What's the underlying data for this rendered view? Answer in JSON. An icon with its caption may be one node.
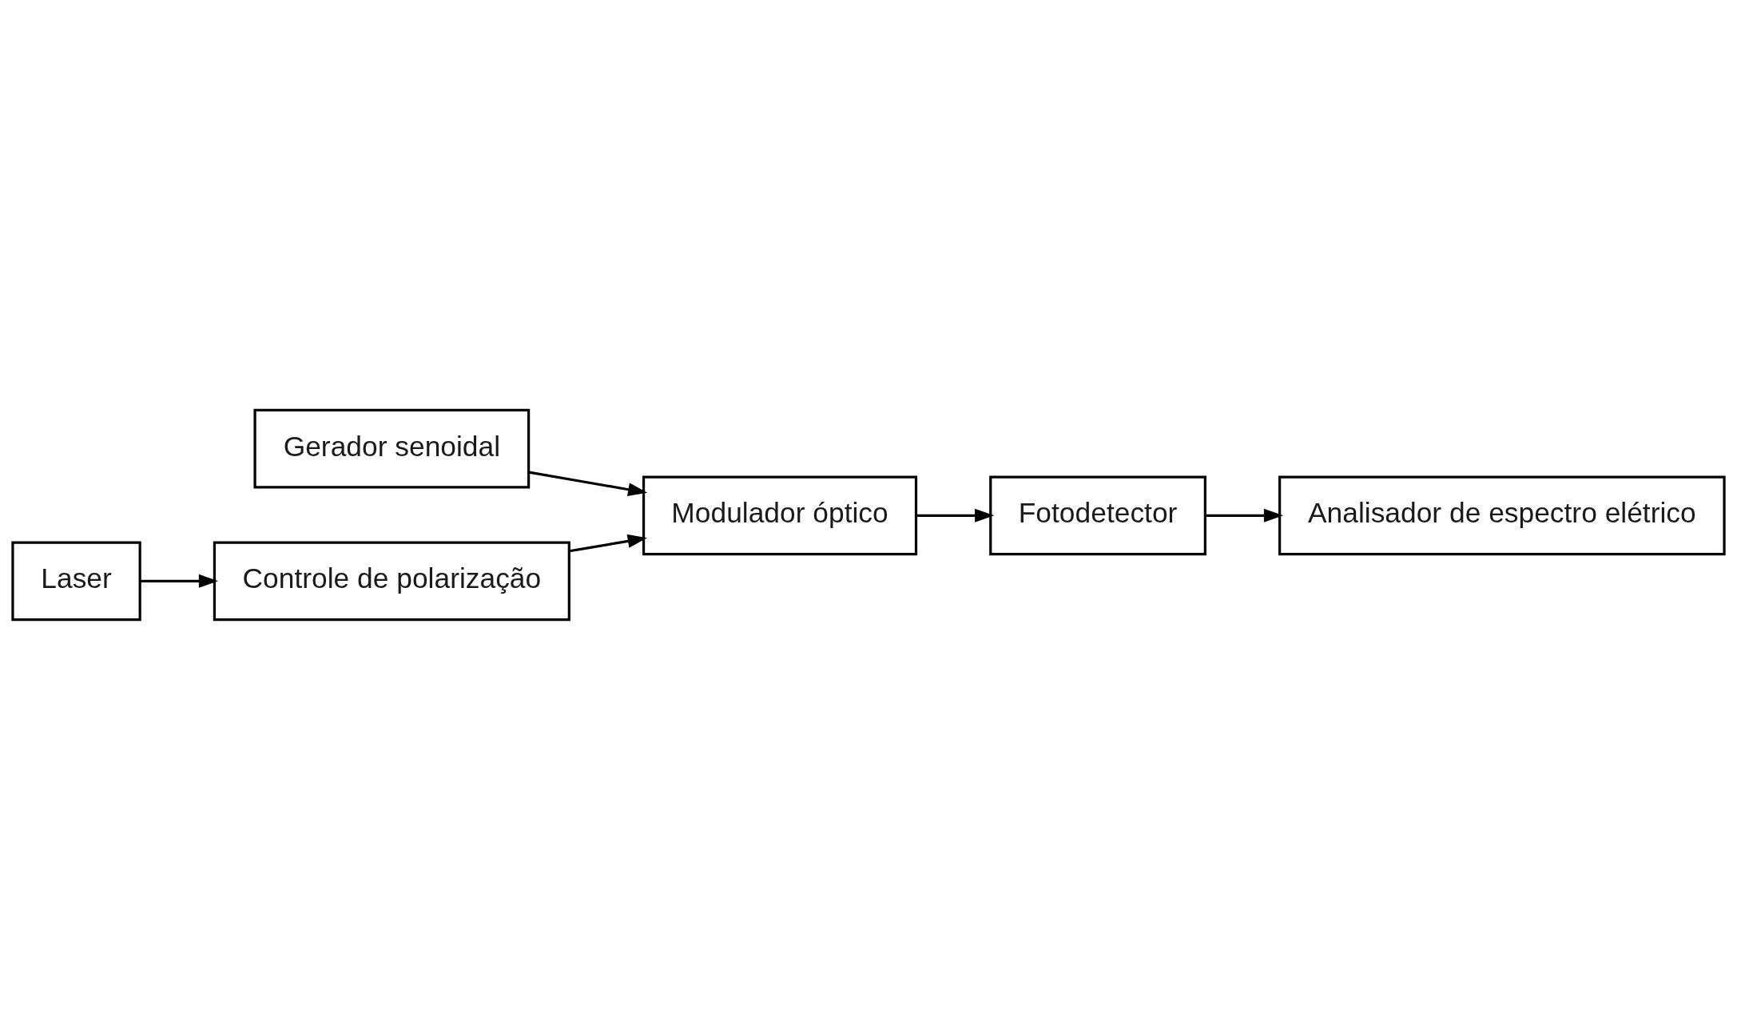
{
  "diagram": {
    "nodes": [
      {
        "text": [
          "Gerador senoidal"
        ]
      },
      {
        "text": [
          "Laser"
        ]
      },
      {
        "text": [
          "Controle de polarização"
        ]
      },
      {
        "text": [
          "Modulador óptico"
        ]
      },
      {
        "text": [
          "Fotodetector"
        ]
      },
      {
        "text": [
          "Analisador de espectro elétrico"
        ]
      }
    ],
    "edges": [
      {
        "from": 1,
        "to": 2,
        "arrow": "to"
      },
      {
        "from": 2,
        "to": 3,
        "arrow": "to"
      },
      {
        "from": 0,
        "to": 3,
        "arrow": "to"
      },
      {
        "from": 3,
        "to": 4,
        "arrow": "to"
      },
      {
        "from": 4,
        "to": 5,
        "arrow": "to"
      }
    ]
  }
}
